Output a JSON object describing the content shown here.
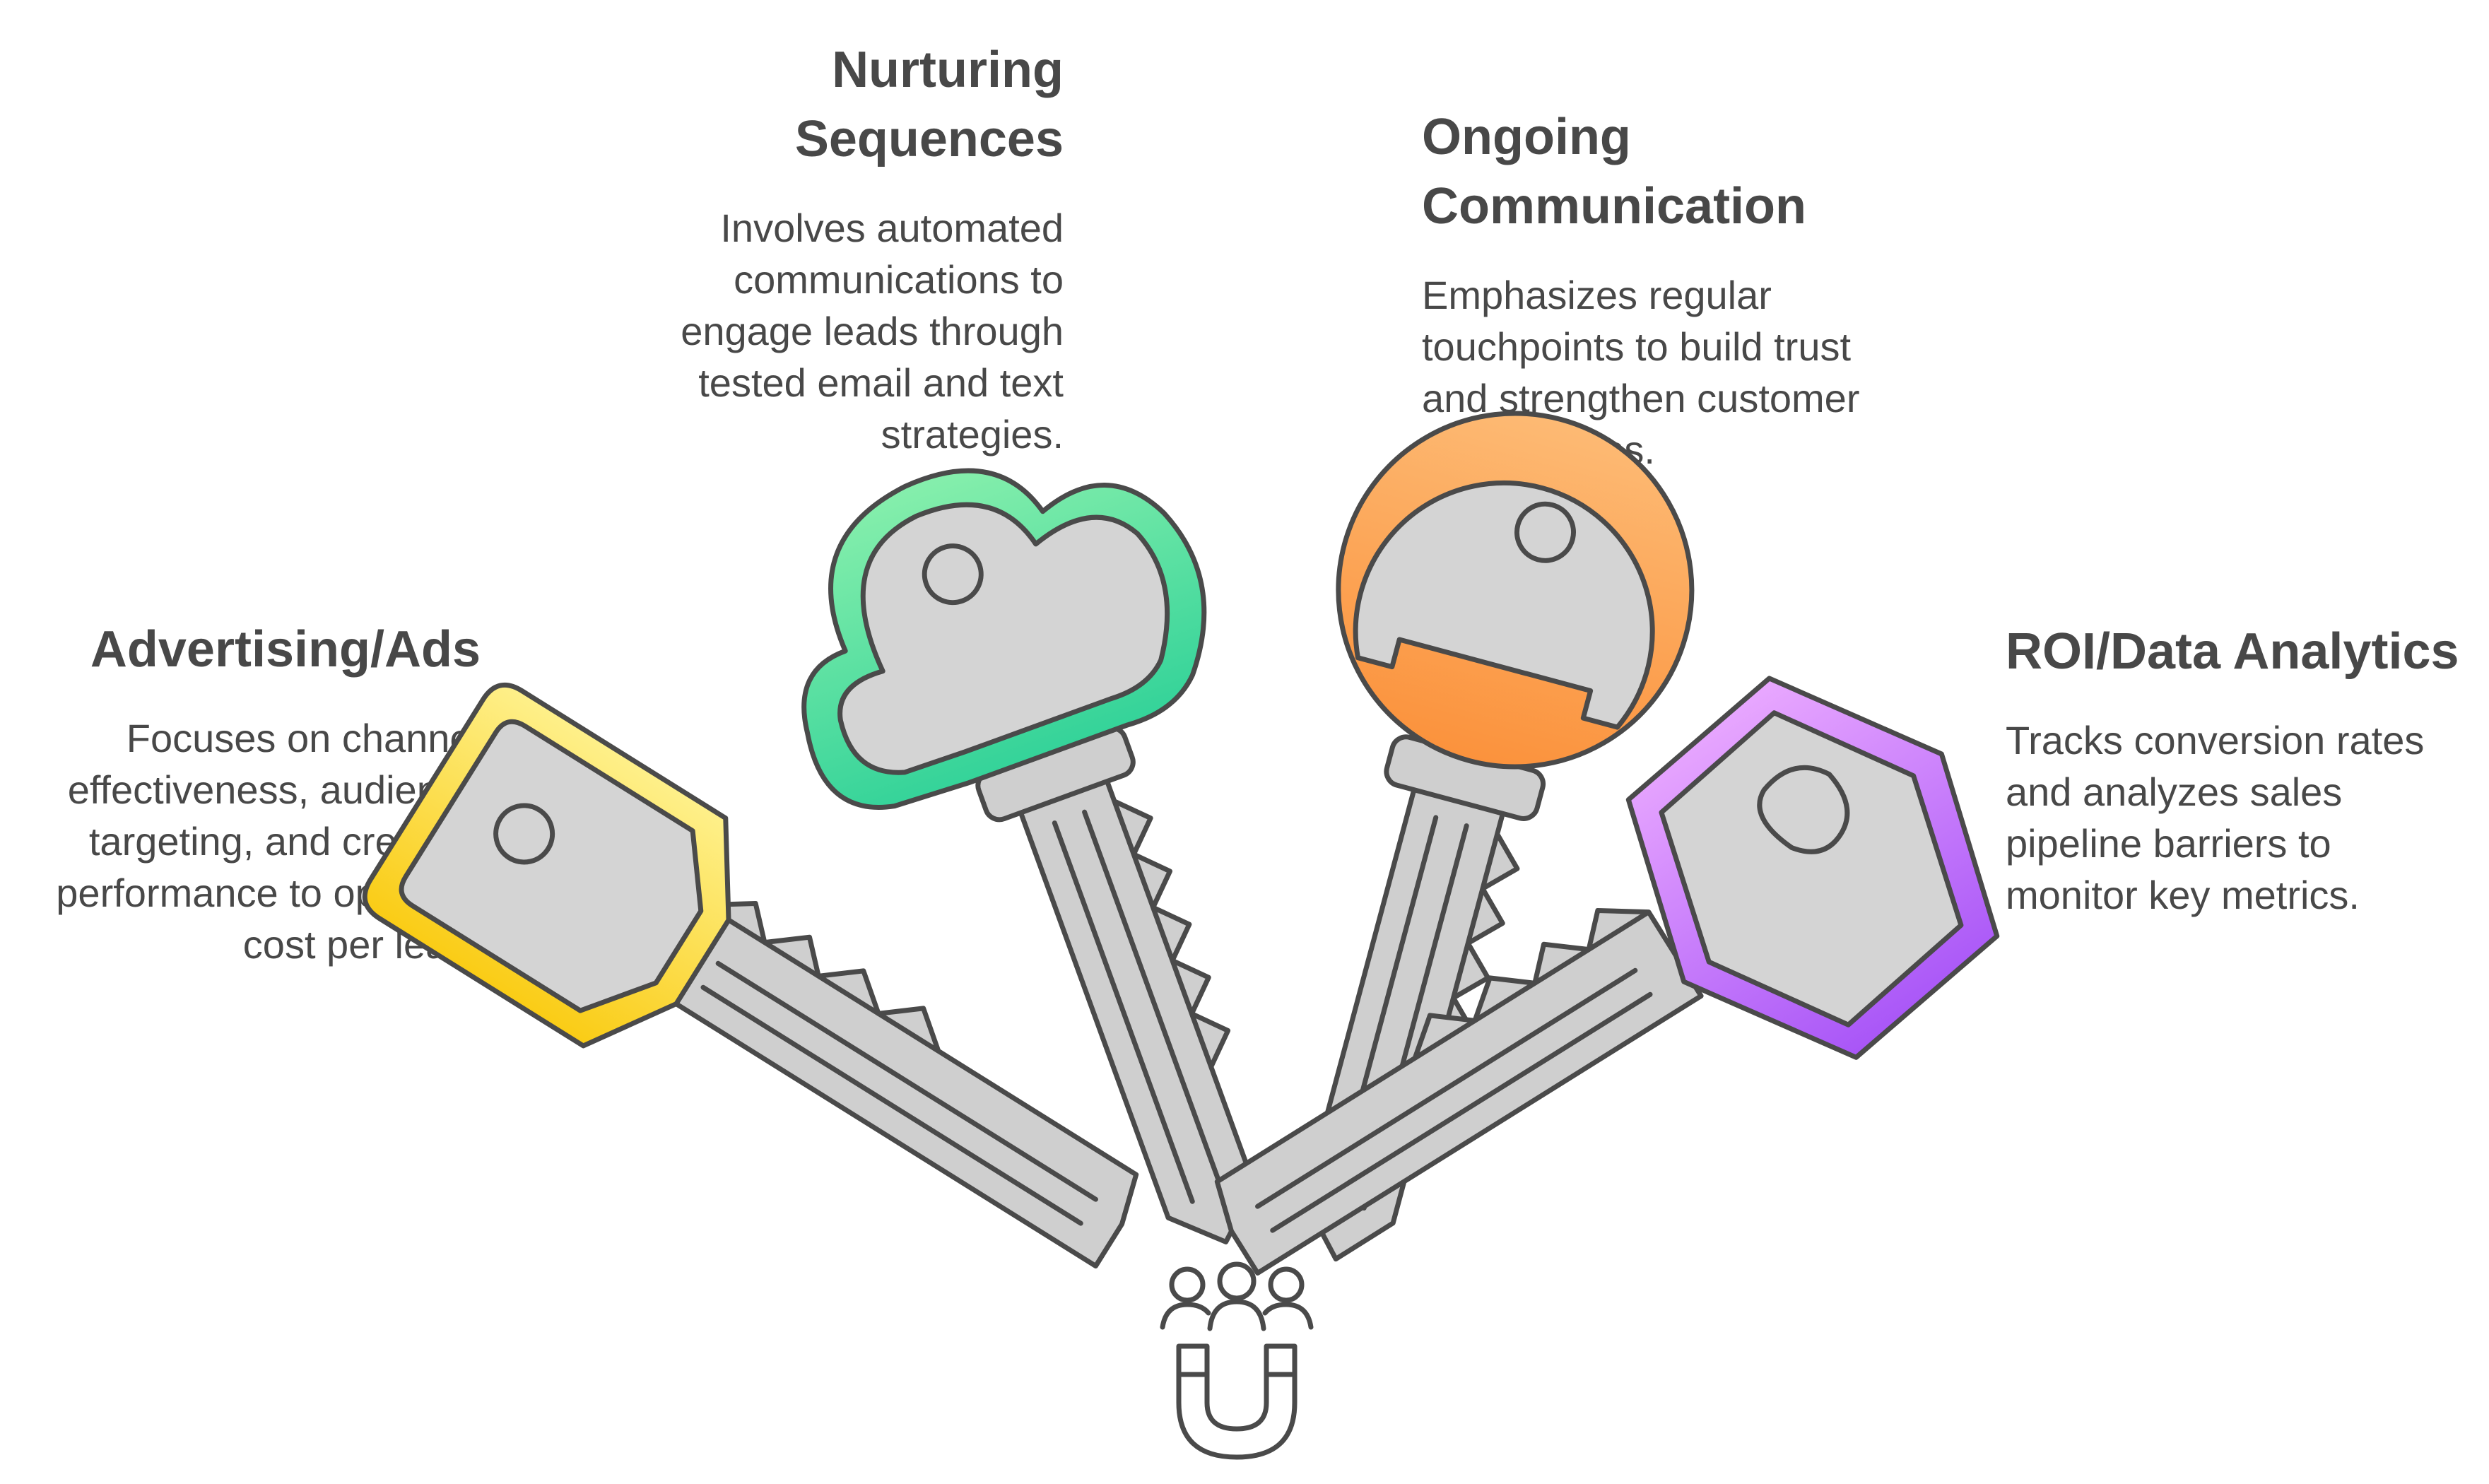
{
  "items": [
    {
      "title": "Advertising/Ads",
      "description": "Focuses on channel effectiveness, audience targeting, and creative performance to optimize cost per lead.",
      "key_color": "#fde047",
      "key_shape": "rounded-pentagon-key"
    },
    {
      "title": "Nurturing Sequences",
      "description": "Involves automated communications to engage leads through tested email and text strategies.",
      "key_color": "#4ade80",
      "key_shape": "cloud-key"
    },
    {
      "title": "Ongoing Communication",
      "description": "Emphasizes regular touchpoints to build trust and strengthen customer relationships.",
      "key_color": "#fb923c",
      "key_shape": "round-key"
    },
    {
      "title": "ROI/Data Analytics",
      "description": "Tracks conversion rates and analyzes sales pipeline barriers to monitor key metrics.",
      "key_color": "#c084fc",
      "key_shape": "hexagon-key"
    }
  ],
  "center_icon": "people-magnet-icon",
  "key_metal_color": "#cfcfcf",
  "outline_color": "#4a4a4a"
}
